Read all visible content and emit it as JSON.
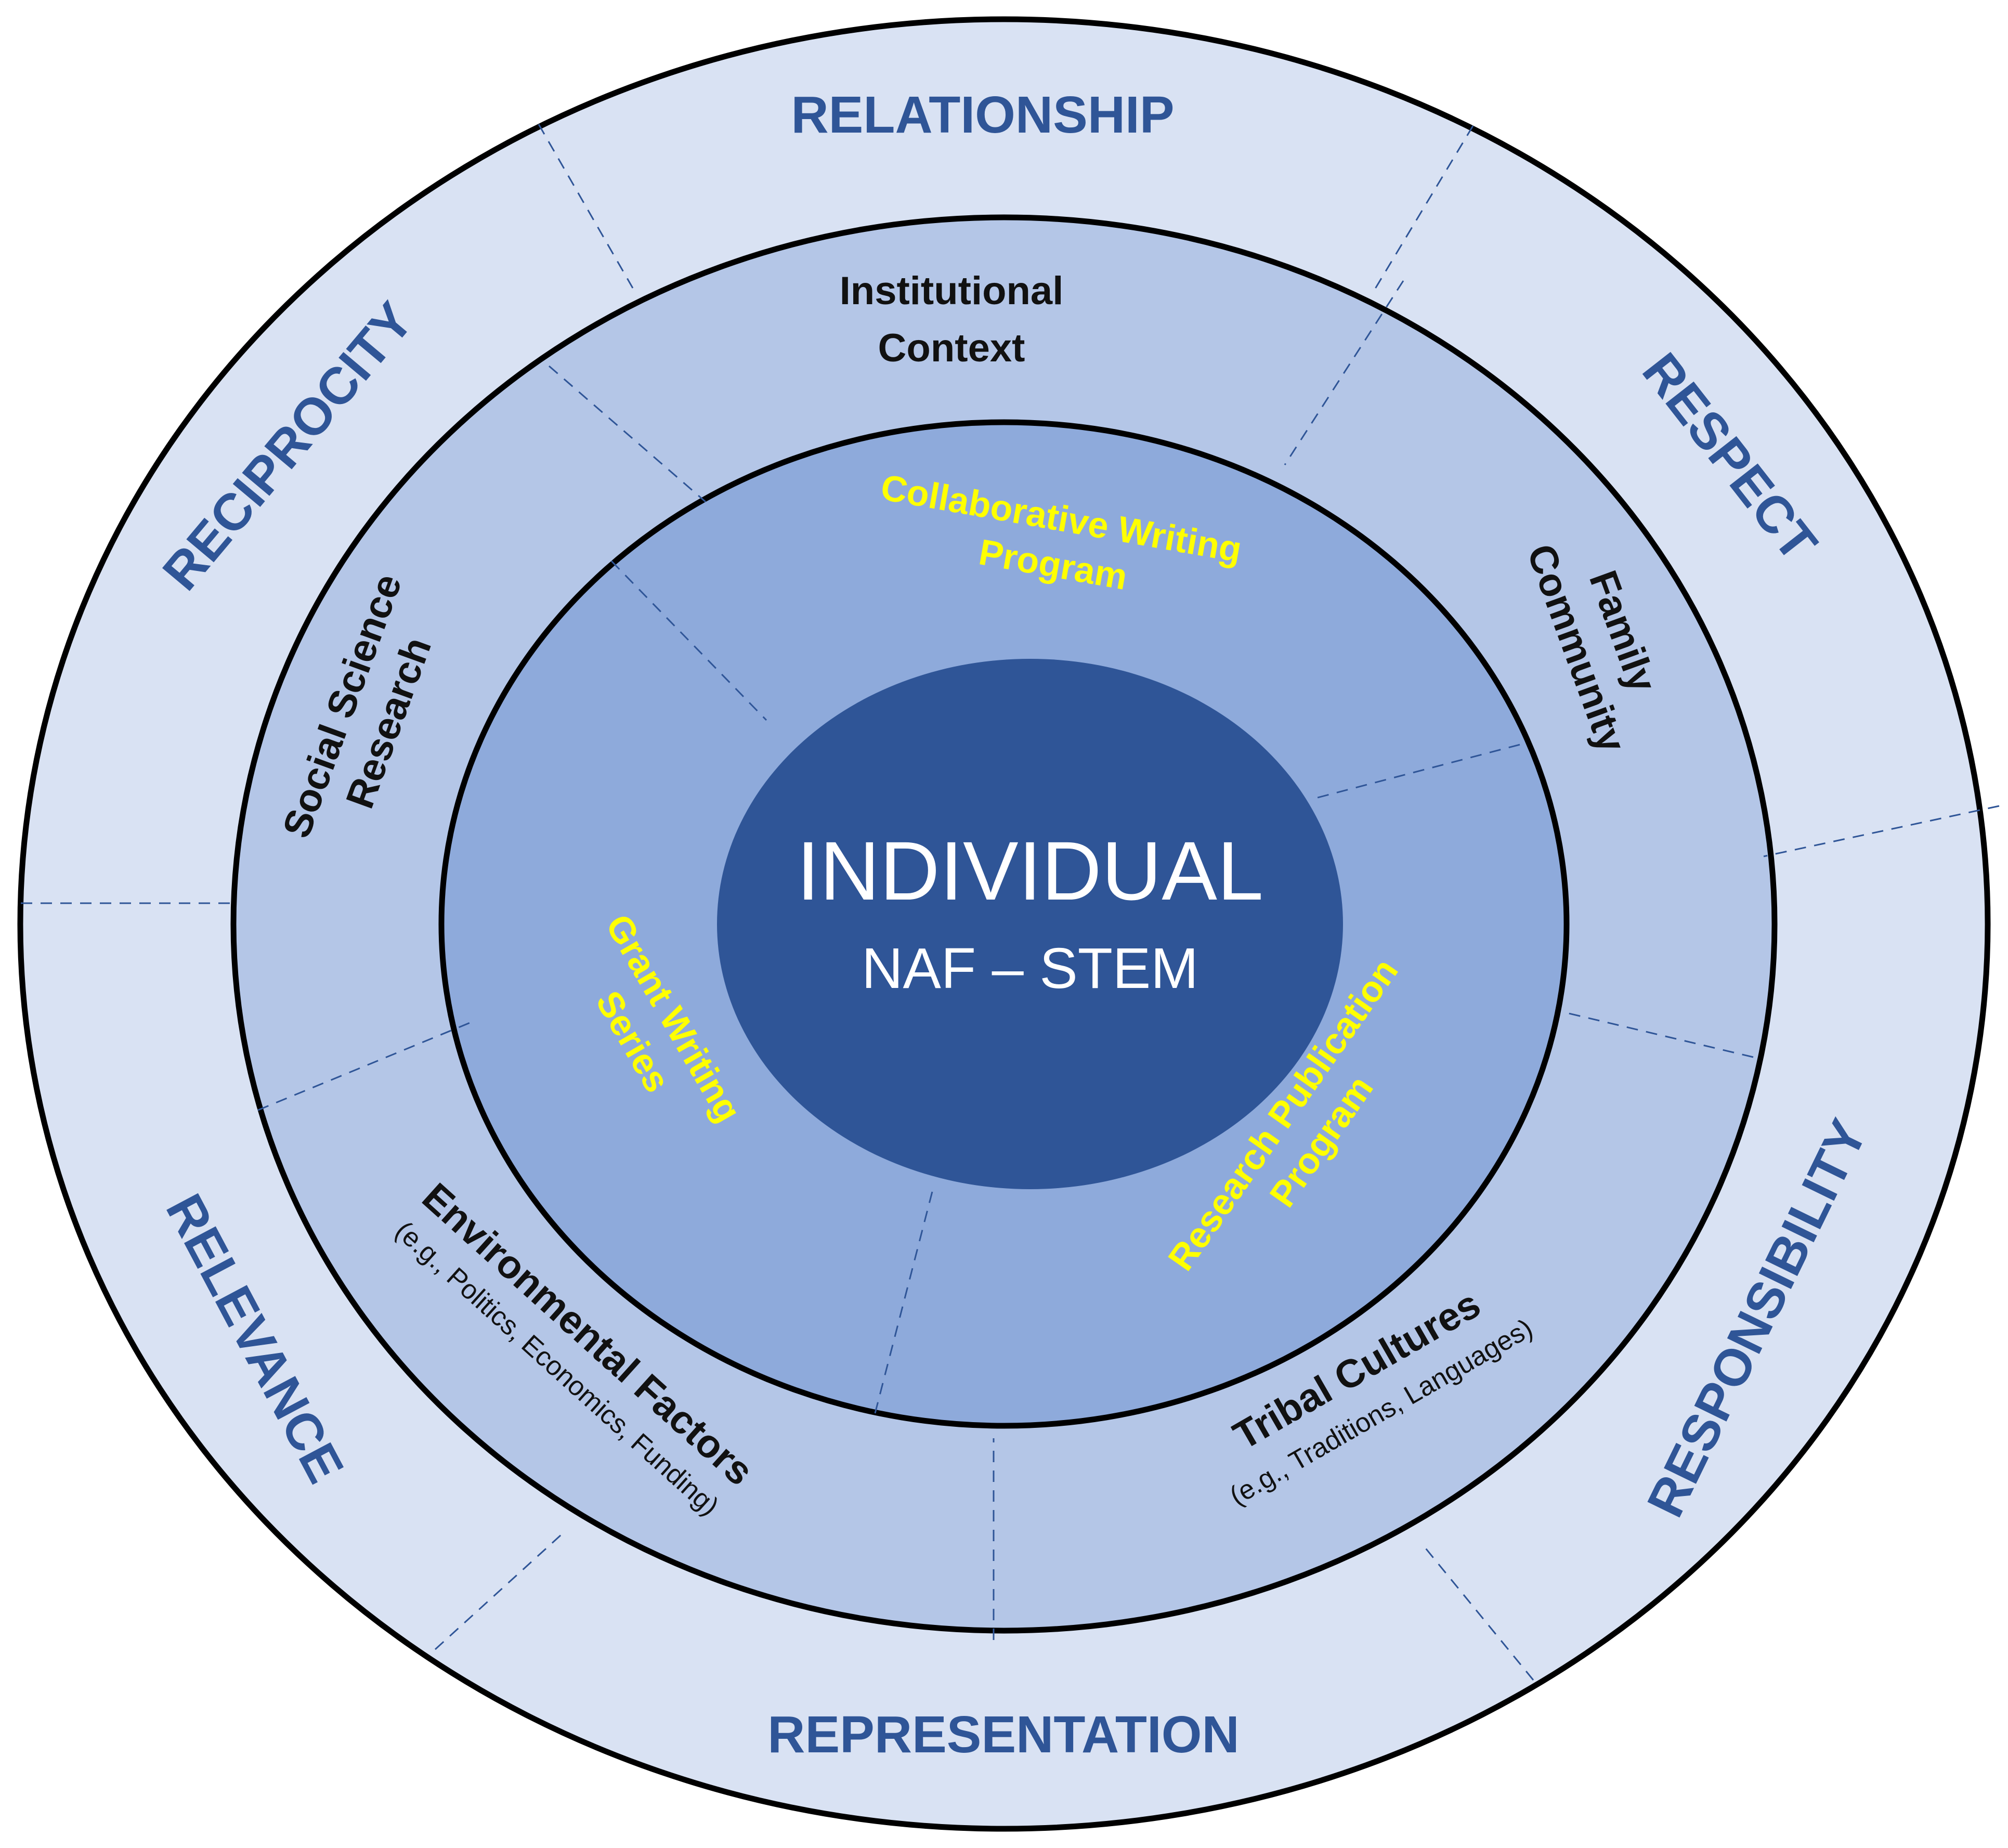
{
  "colors": {
    "outer_ring": "#d9e2f3",
    "middle_ring": "#b4c6e7",
    "inner_ring": "#8eaadb",
    "center": "#2f5597",
    "outer_text": "#2f5597",
    "middle_text": "#111111",
    "inner_text": "#ffff00",
    "center_text": "#ffffff"
  },
  "center": {
    "title": "INDIVIDUAL",
    "subtitle": "NAF – STEM"
  },
  "inner_ring": {
    "collaborative_line1": "Collaborative Writing",
    "collaborative_line2": "Program",
    "grant_line1": "Grant Writing",
    "grant_line2": "Series",
    "research_line1": "Research Publication",
    "research_line2": "Program"
  },
  "middle_ring": {
    "institutional_line1": "Institutional",
    "institutional_line2": "Context",
    "family_line1": "Family",
    "family_line2": "Community",
    "social_line1": "Social Science",
    "social_line2": "Research",
    "environmental_title": "Environmental Factors",
    "environmental_sub": "(e.g., Politics, Economics, Funding)",
    "tribal_title": "Tribal Cultures",
    "tribal_sub": "(e.g., Traditions, Languages)"
  },
  "outer_ring": {
    "relationship": "RELATIONSHIP",
    "respect": "RESPECT",
    "responsibility": "RESPONSIBILITY",
    "representation": "REPRESENTATION",
    "relevance": "RELEVANCE",
    "reciprocity": "RECIPROCITY"
  }
}
